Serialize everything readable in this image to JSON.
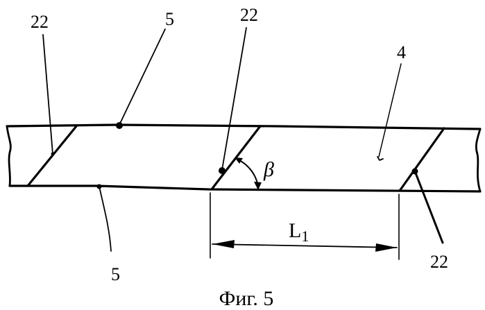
{
  "figure": {
    "caption": "Фиг. 5",
    "labels": {
      "ref_22_left": "22",
      "ref_5_top": "5",
      "ref_22_middle": "22",
      "ref_4": "4",
      "beta": "β",
      "l1_main": "L",
      "l1_sub": "1",
      "ref_5_bottom": "5",
      "ref_22_right": "22"
    }
  }
}
